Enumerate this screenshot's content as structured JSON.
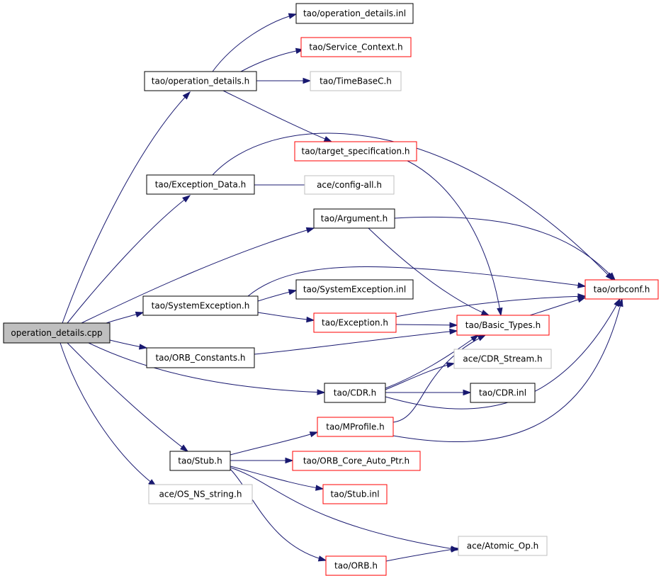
{
  "colors": {
    "edge": "#191970",
    "border_documented": "#000000",
    "border_truncated": "#ff0000",
    "border_undocumented": "#bfbfbf",
    "root_fill": "#bfbfbf",
    "node_fill": "#ffffff"
  },
  "nodes": [
    {
      "id": "root",
      "label": "operation_details.cpp",
      "kind": "root"
    },
    {
      "id": "opdet_h",
      "label": "tao/operation_details.h",
      "kind": "documented"
    },
    {
      "id": "opdet_inl",
      "label": "tao/operation_details.inl",
      "kind": "documented"
    },
    {
      "id": "svc_ctx",
      "label": "tao/Service_Context.h",
      "kind": "truncated"
    },
    {
      "id": "timebase",
      "label": "tao/TimeBaseC.h",
      "kind": "undocumented"
    },
    {
      "id": "target",
      "label": "tao/target_specification.h",
      "kind": "truncated"
    },
    {
      "id": "excdata",
      "label": "tao/Exception_Data.h",
      "kind": "documented"
    },
    {
      "id": "config",
      "label": "ace/config-all.h",
      "kind": "undocumented"
    },
    {
      "id": "argument",
      "label": "tao/Argument.h",
      "kind": "documented"
    },
    {
      "id": "orbconf",
      "label": "tao/orbconf.h",
      "kind": "truncated"
    },
    {
      "id": "sysexc_h",
      "label": "tao/SystemException.h",
      "kind": "documented"
    },
    {
      "id": "sysexc_inl",
      "label": "tao/SystemException.inl",
      "kind": "documented"
    },
    {
      "id": "exception",
      "label": "tao/Exception.h",
      "kind": "truncated"
    },
    {
      "id": "basic",
      "label": "tao/Basic_Types.h",
      "kind": "truncated"
    },
    {
      "id": "orbconst",
      "label": "tao/ORB_Constants.h",
      "kind": "documented"
    },
    {
      "id": "cdrstream",
      "label": "ace/CDR_Stream.h",
      "kind": "undocumented"
    },
    {
      "id": "cdr_h",
      "label": "tao/CDR.h",
      "kind": "documented"
    },
    {
      "id": "cdr_inl",
      "label": "tao/CDR.inl",
      "kind": "documented"
    },
    {
      "id": "mprofile",
      "label": "tao/MProfile.h",
      "kind": "truncated"
    },
    {
      "id": "stub_h",
      "label": "tao/Stub.h",
      "kind": "documented"
    },
    {
      "id": "orbcore",
      "label": "tao/ORB_Core_Auto_Ptr.h",
      "kind": "truncated"
    },
    {
      "id": "stub_inl",
      "label": "tao/Stub.inl",
      "kind": "truncated"
    },
    {
      "id": "osns",
      "label": "ace/OS_NS_string.h",
      "kind": "undocumented"
    },
    {
      "id": "atomic",
      "label": "ace/Atomic_Op.h",
      "kind": "undocumented"
    },
    {
      "id": "orb_h",
      "label": "tao/ORB.h",
      "kind": "truncated"
    }
  ],
  "edges": [
    {
      "from": "root",
      "to": "opdet_h"
    },
    {
      "from": "root",
      "to": "excdata"
    },
    {
      "from": "root",
      "to": "argument"
    },
    {
      "from": "root",
      "to": "sysexc_h"
    },
    {
      "from": "root",
      "to": "orbconst"
    },
    {
      "from": "root",
      "to": "cdr_h"
    },
    {
      "from": "root",
      "to": "stub_h"
    },
    {
      "from": "root",
      "to": "osns"
    },
    {
      "from": "opdet_h",
      "to": "opdet_inl"
    },
    {
      "from": "opdet_h",
      "to": "svc_ctx"
    },
    {
      "from": "opdet_h",
      "to": "timebase"
    },
    {
      "from": "opdet_h",
      "to": "target"
    },
    {
      "from": "target",
      "to": "basic"
    },
    {
      "from": "excdata",
      "to": "config"
    },
    {
      "from": "excdata",
      "to": "orbconf"
    },
    {
      "from": "argument",
      "to": "orbconf"
    },
    {
      "from": "argument",
      "to": "basic"
    },
    {
      "from": "sysexc_h",
      "to": "orbconf"
    },
    {
      "from": "sysexc_h",
      "to": "sysexc_inl"
    },
    {
      "from": "sysexc_h",
      "to": "exception"
    },
    {
      "from": "exception",
      "to": "orbconf"
    },
    {
      "from": "exception",
      "to": "basic"
    },
    {
      "from": "basic",
      "to": "orbconf"
    },
    {
      "from": "orbconst",
      "to": "basic"
    },
    {
      "from": "cdr_h",
      "to": "basic"
    },
    {
      "from": "cdr_h",
      "to": "cdrstream"
    },
    {
      "from": "cdr_h",
      "to": "cdr_inl"
    },
    {
      "from": "cdr_h",
      "to": "orbconf"
    },
    {
      "from": "mprofile",
      "to": "basic"
    },
    {
      "from": "mprofile",
      "to": "orbconf"
    },
    {
      "from": "stub_h",
      "to": "mprofile"
    },
    {
      "from": "stub_h",
      "to": "orbcore"
    },
    {
      "from": "stub_h",
      "to": "stub_inl"
    },
    {
      "from": "stub_h",
      "to": "atomic"
    },
    {
      "from": "stub_h",
      "to": "orb_h"
    },
    {
      "from": "orb_h",
      "to": "atomic"
    }
  ]
}
